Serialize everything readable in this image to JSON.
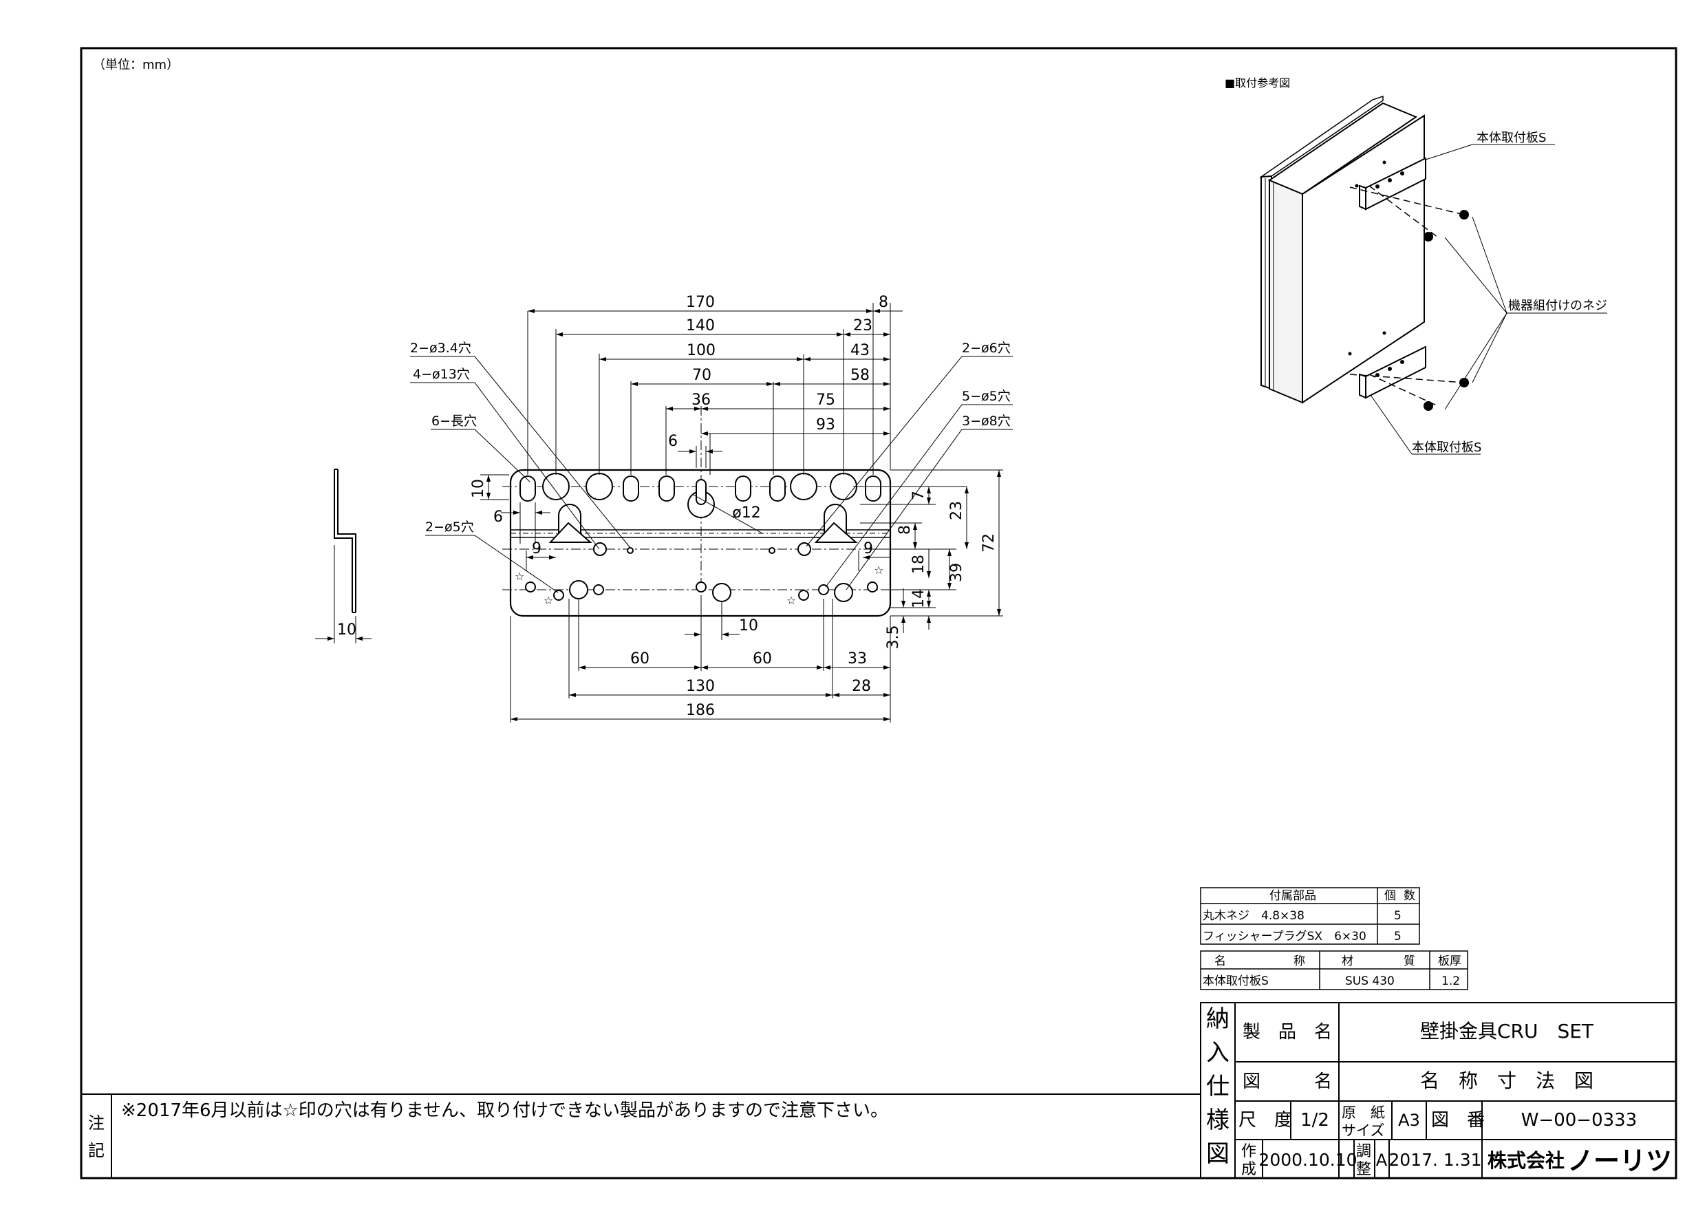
{
  "unit_note": "（単位：mm）",
  "reference": {
    "title": "■取付参考図",
    "label_plate_top": "本体取付板S",
    "label_screws": "機器組付けのネジ",
    "label_plate_bottom": "本体取付板S"
  },
  "dims": {
    "d170": "170",
    "d8": "8",
    "d140": "140",
    "d23": "23",
    "d100": "100",
    "d43": "43",
    "d70": "70",
    "d58": "58",
    "d36": "36",
    "d75": "75",
    "d93": "93",
    "d6a": "6",
    "d10a": "10",
    "d6b": "6",
    "d9a": "9",
    "d9b": "9",
    "dphi12": "ø12",
    "dv7": "7",
    "dv23": "23",
    "dv72": "72",
    "dv8": "8",
    "dv18": "18",
    "dv39": "39",
    "dv14": "14",
    "dv35": "3.5",
    "d10b": "10",
    "d60a": "60",
    "d60b": "60",
    "d33": "33",
    "d130": "130",
    "d28": "28",
    "d186": "186",
    "dside10": "10"
  },
  "callouts": {
    "h34": "2−ø3.4穴",
    "h13": "4−ø13穴",
    "slot": "6−長穴",
    "h5l": "2−ø5穴",
    "h6": "2−ø6穴",
    "h5r": "5−ø5穴",
    "h8": "3−ø8穴"
  },
  "parts": {
    "header": [
      "付属部品",
      "個",
      "数"
    ],
    "rows": [
      {
        "name": "丸木ネジ　4.8×38",
        "qty": "5"
      },
      {
        "name": "フィッシャープラグSX　6×30",
        "qty": "5"
      }
    ]
  },
  "material": {
    "header": [
      "名",
      "称",
      "材",
      "質",
      "板厚"
    ],
    "row": {
      "name": "本体取付板S",
      "material": "SUS 430",
      "thickness": "1.2"
    }
  },
  "title_block": {
    "vertical_label": [
      "納",
      "入",
      "仕",
      "様",
      "図"
    ],
    "product_label": "製　品　名",
    "product_value": "壁掛金具CRU　SET",
    "drawing_label": "図　　　名",
    "drawing_value": "名　称　寸　法　図",
    "scale_label": "尺　度",
    "scale_value": "1/2",
    "paper_label_1": "原　紙",
    "paper_label_2": "サイズ",
    "paper_value": "A3",
    "number_label": "図　番",
    "number_value": "W−00−0333",
    "created_label_1": "作",
    "created_label_2": "成",
    "created_date": "2000.10.10",
    "adjusted_label_1": "調",
    "adjusted_label_2": "整",
    "revision": "A",
    "revision_date": "2017. 1.31",
    "company": "株式会社",
    "company_brand": "ノーリツ"
  },
  "notes": {
    "label_1": "注",
    "label_2": "記",
    "text": "※2017年6月以前は☆印の穴は有りません、取り付けできない製品がありますので注意下さい。"
  }
}
